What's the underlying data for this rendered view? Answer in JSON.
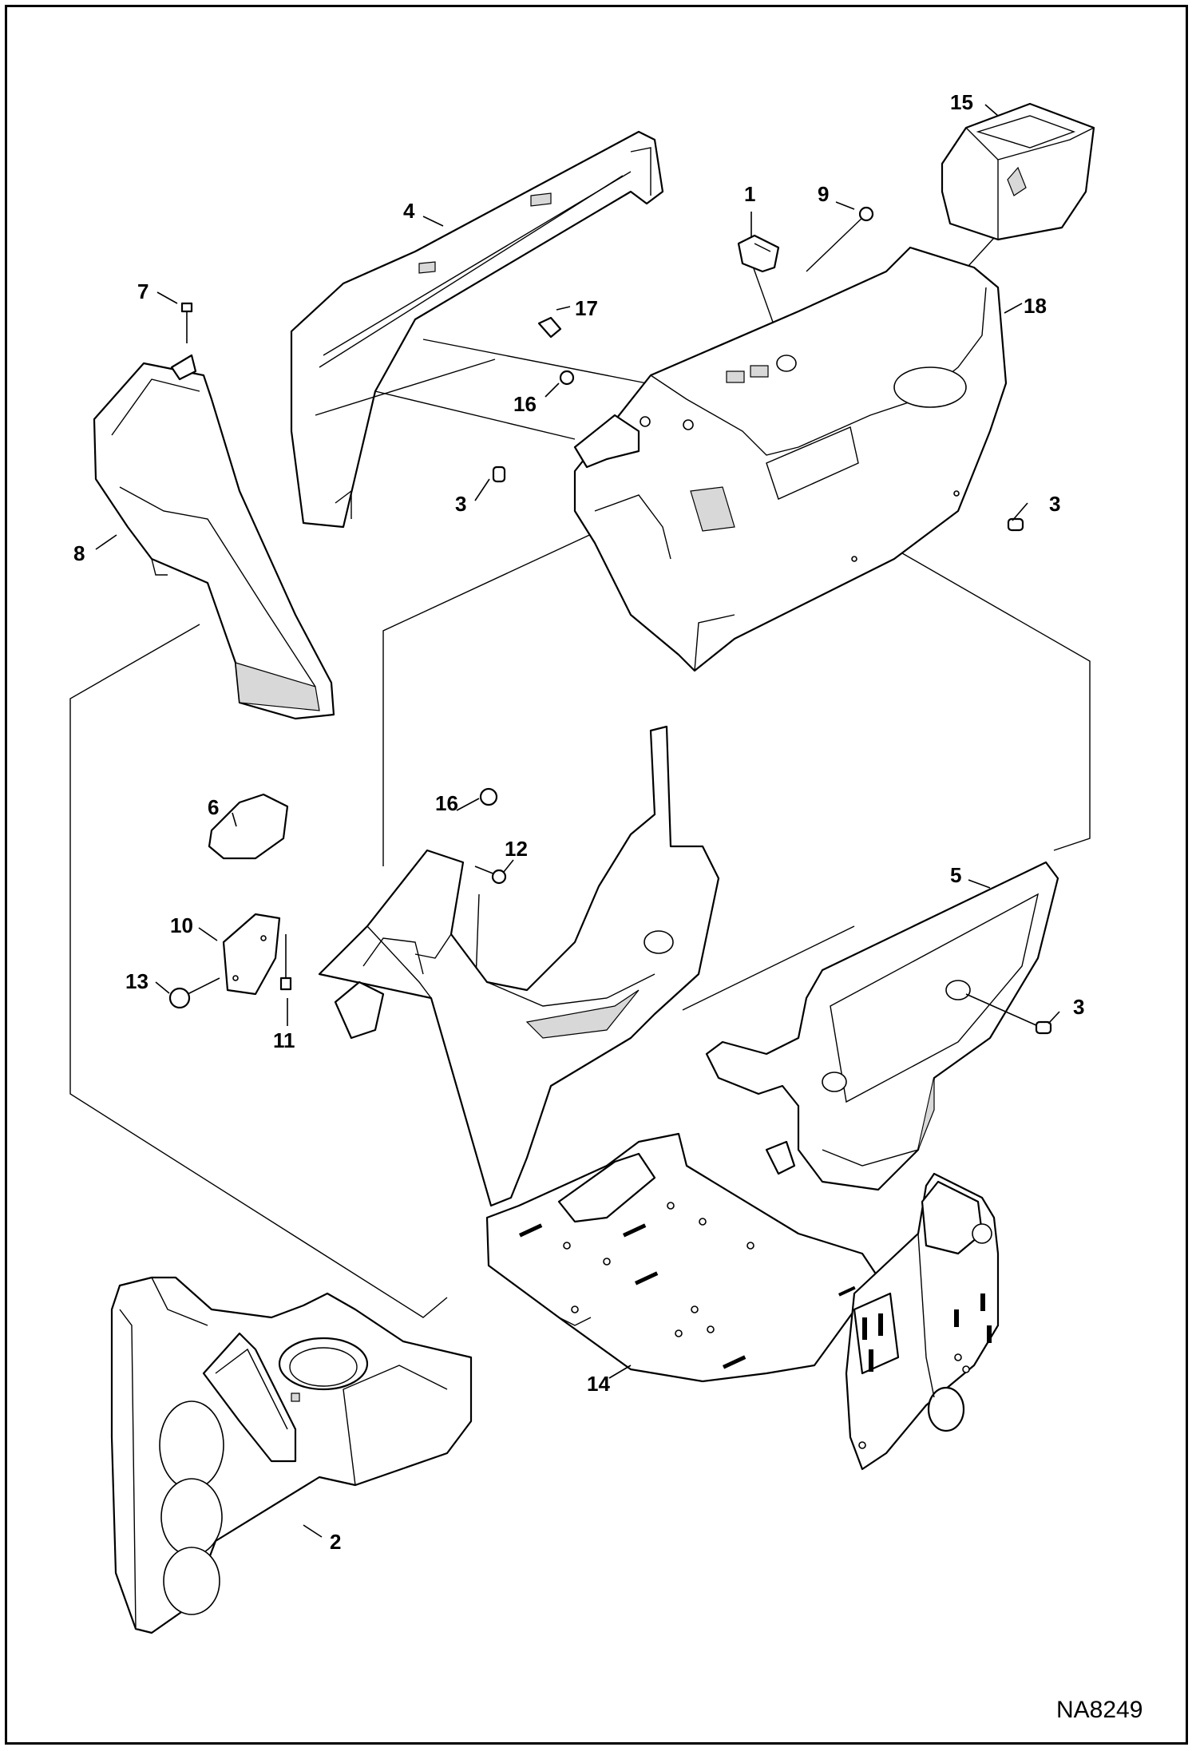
{
  "drawing": {
    "code": "NA8249"
  },
  "callouts": [
    {
      "id": "c1",
      "label": "1"
    },
    {
      "id": "c2",
      "label": "2"
    },
    {
      "id": "c3a",
      "label": "3"
    },
    {
      "id": "c3b",
      "label": "3"
    },
    {
      "id": "c3c",
      "label": "3"
    },
    {
      "id": "c4",
      "label": "4"
    },
    {
      "id": "c5",
      "label": "5"
    },
    {
      "id": "c6",
      "label": "6"
    },
    {
      "id": "c7",
      "label": "7"
    },
    {
      "id": "c8",
      "label": "8"
    },
    {
      "id": "c9",
      "label": "9"
    },
    {
      "id": "c10",
      "label": "10"
    },
    {
      "id": "c11",
      "label": "11"
    },
    {
      "id": "c12",
      "label": "12"
    },
    {
      "id": "c13",
      "label": "13"
    },
    {
      "id": "c14",
      "label": "14"
    },
    {
      "id": "c15",
      "label": "15"
    },
    {
      "id": "c16a",
      "label": "16"
    },
    {
      "id": "c16b",
      "label": "16"
    },
    {
      "id": "c17",
      "label": "17"
    },
    {
      "id": "c18",
      "label": "18"
    }
  ]
}
